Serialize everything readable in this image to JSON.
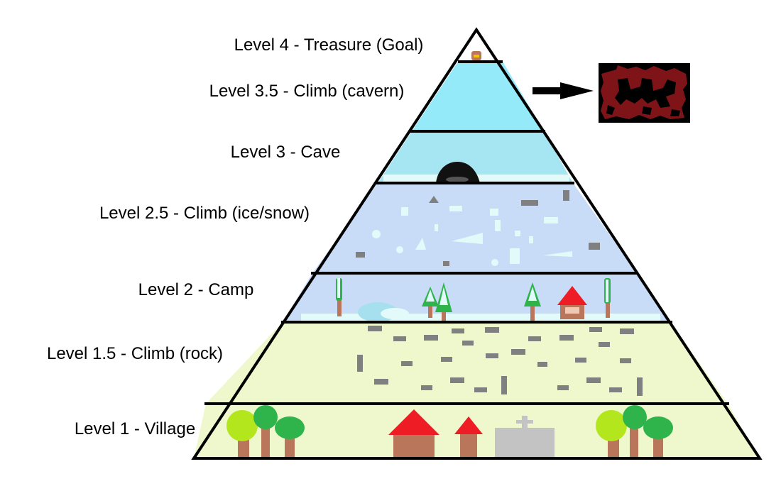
{
  "levels": [
    {
      "id": "level-4",
      "label": "Level 4 - Treasure (Goal)"
    },
    {
      "id": "level-3-5",
      "label": "Level 3.5 - Climb (cavern)"
    },
    {
      "id": "level-3",
      "label": "Level 3 - Cave"
    },
    {
      "id": "level-2-5",
      "label": "Level 2.5 - Climb (ice/snow)"
    },
    {
      "id": "level-2",
      "label": "Level 2 - Camp"
    },
    {
      "id": "level-1-5",
      "label": "Level 1.5 - Climb (rock)"
    },
    {
      "id": "level-1",
      "label": "Level 1 - Village"
    }
  ],
  "colors": {
    "outline": "#000000",
    "village_band": "#eef8cc",
    "rock_band": "#eef8cc",
    "camp_band": "#c8dcf8",
    "ice_band": "#c8dcf8",
    "cave_band": "#a6e6f2",
    "cavern_band": "#94eaf8",
    "treasure_band": "#ffffff",
    "snow": "#e2fafa",
    "stone": "#808080",
    "tree_green": "#2eb44a",
    "tree_light": "#b4e61e",
    "trunk": "#b9765a",
    "roof": "#ee1c24",
    "ruin": "#c3c3c3",
    "cavern_red": "#7f1418",
    "treasure_gold": "#f2c400"
  }
}
